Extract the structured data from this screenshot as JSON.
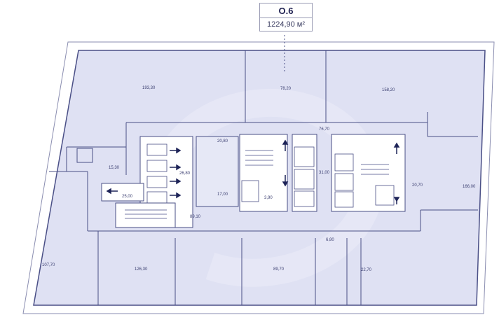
{
  "floor": {
    "name": "О.6",
    "area": "1224,90 м²"
  },
  "rooms": [
    {
      "id": "r1",
      "area": "193,30"
    },
    {
      "id": "r2",
      "area": "78,20"
    },
    {
      "id": "r3",
      "area": "158,20"
    },
    {
      "id": "r4",
      "area": "76,70"
    },
    {
      "id": "r5",
      "area": "20,80"
    },
    {
      "id": "r6",
      "area": "26,80"
    },
    {
      "id": "r7",
      "area": "15,30"
    },
    {
      "id": "r8",
      "area": "25,00"
    },
    {
      "id": "r9",
      "area": "17,00"
    },
    {
      "id": "r10",
      "area": "89,10"
    },
    {
      "id": "r11",
      "area": "3,90"
    },
    {
      "id": "r12",
      "area": "31,00"
    },
    {
      "id": "r13",
      "area": "20,70"
    },
    {
      "id": "r14",
      "area": "166,00"
    },
    {
      "id": "r15",
      "area": "6,80"
    },
    {
      "id": "r16",
      "area": "107,70"
    },
    {
      "id": "r17",
      "area": "126,30"
    },
    {
      "id": "r18",
      "area": "89,70"
    },
    {
      "id": "r19",
      "area": "22,70"
    }
  ],
  "colors": {
    "room_fill": "#dfe1f3",
    "wall": "#4a4f86",
    "core": "#ffffff",
    "arrow": "#1e2458"
  }
}
